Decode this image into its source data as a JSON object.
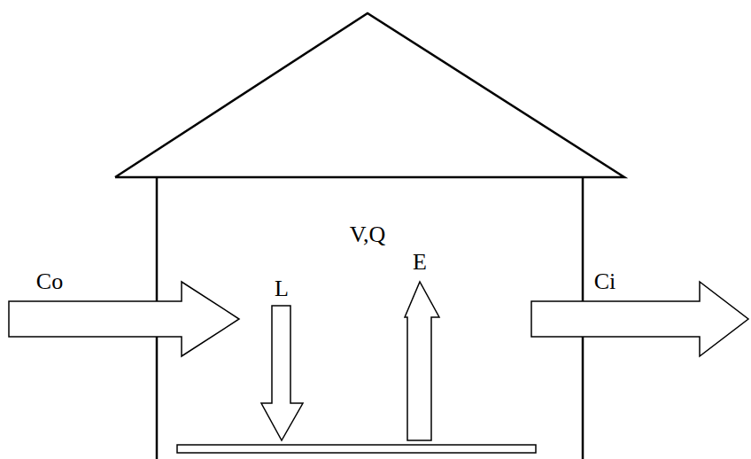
{
  "diagram": {
    "labels": [
      "V,Q",
      "L",
      "E",
      "Co",
      "Ci"
    ]
  }
}
